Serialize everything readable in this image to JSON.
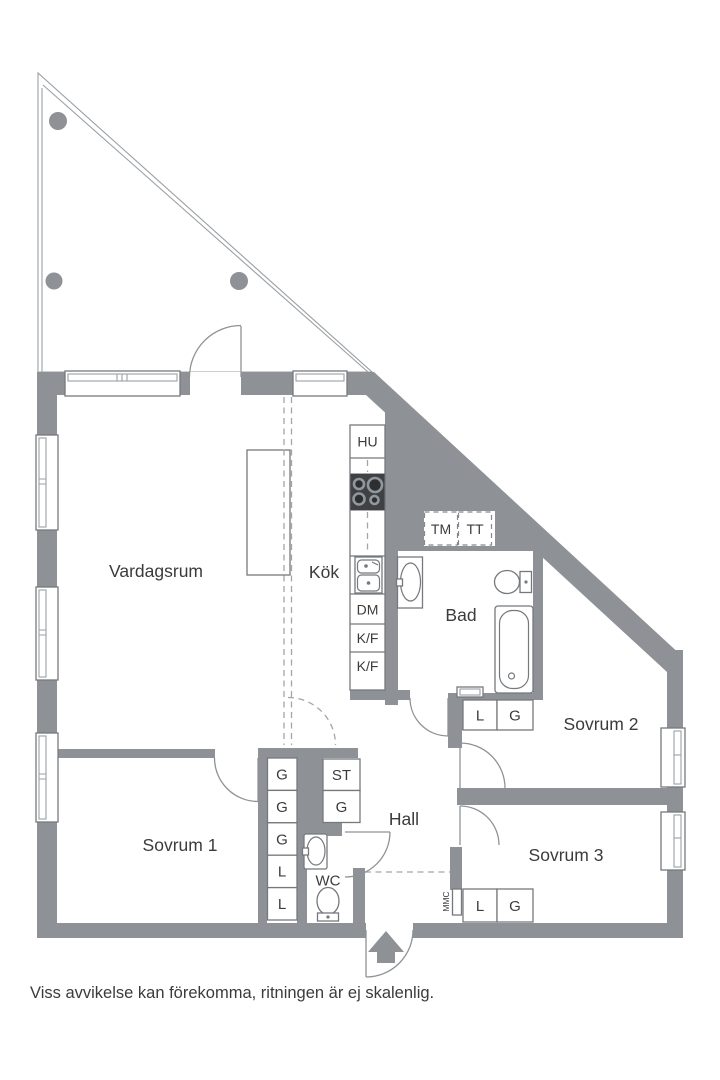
{
  "rooms": {
    "vardagsrum": "Vardagsrum",
    "kok": "Kök",
    "bad": "Bad",
    "hall": "Hall",
    "sovrum1": "Sovrum 1",
    "sovrum2": "Sovrum 2",
    "sovrum3": "Sovrum 3",
    "wc": "WC"
  },
  "kitchen": {
    "hu": "HU",
    "dm": "DM",
    "kf_upper": "K/F",
    "kf_lower": "K/F"
  },
  "laundry": {
    "tm": "TM",
    "tt": "TT"
  },
  "closets": {
    "hall_column": [
      "G",
      "G",
      "G",
      "L",
      "L"
    ],
    "st": "ST",
    "st_g": "G",
    "sovrum2_l": "L",
    "sovrum2_g": "G",
    "sovrum3_l": "L",
    "sovrum3_g": "G",
    "mmc": "MMC"
  },
  "footer": "Viss avvikelse kan förekomma, ritningen är ej skalenlig.",
  "colors": {
    "wall": "#8e9296",
    "line": "#75797d",
    "text": "#3b3b3b",
    "stove": "#3f4144"
  }
}
